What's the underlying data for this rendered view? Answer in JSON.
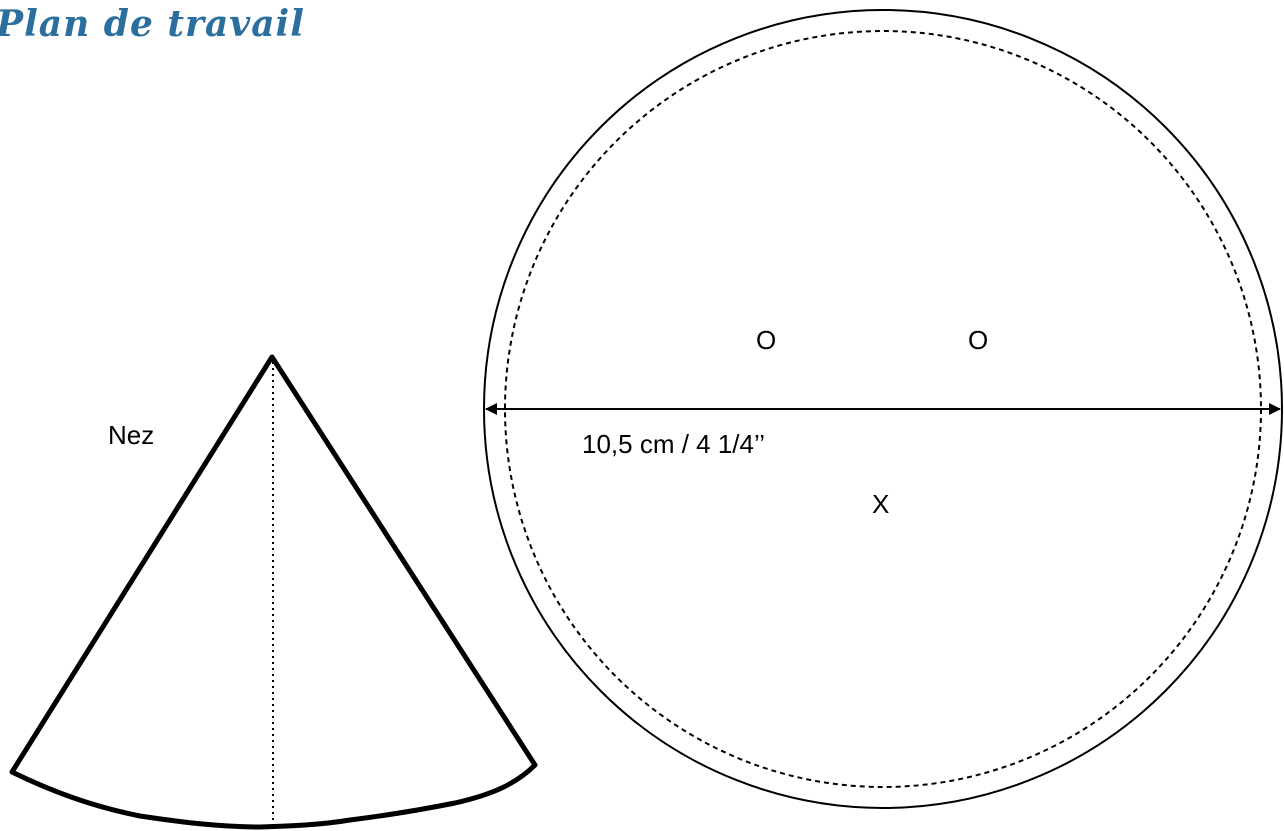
{
  "header": {
    "title": "Plan de travail",
    "title_color": "#2a6f9e"
  },
  "nose_piece": {
    "label": "Nez"
  },
  "face_piece": {
    "eye_left_mark": "O",
    "eye_right_mark": "O",
    "mouth_mark": "X",
    "diameter_label": "10,5 cm / 4 1/4’’"
  },
  "colors": {
    "line": "#000000",
    "text": "#000000"
  }
}
